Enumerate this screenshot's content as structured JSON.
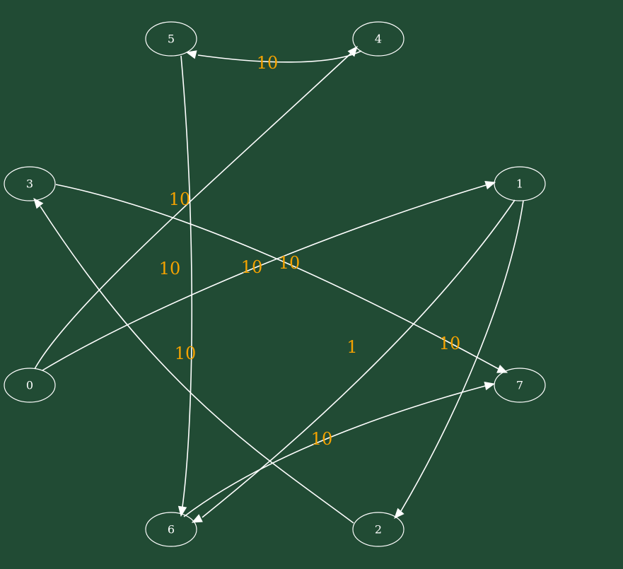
{
  "colors": {
    "background": "#214b34",
    "node_stroke": "#ffffff",
    "node_text": "#ffffff",
    "edge_stroke": "#ffffff",
    "edge_label": "#f5a300"
  },
  "nodes": [
    {
      "id": "0",
      "label": "0"
    },
    {
      "id": "1",
      "label": "1"
    },
    {
      "id": "2",
      "label": "2"
    },
    {
      "id": "3",
      "label": "3"
    },
    {
      "id": "4",
      "label": "4"
    },
    {
      "id": "5",
      "label": "5"
    },
    {
      "id": "6",
      "label": "6"
    },
    {
      "id": "7",
      "label": "7"
    }
  ],
  "edges": [
    {
      "from": "4",
      "to": "5",
      "weight": "10"
    },
    {
      "from": "0",
      "to": "4",
      "weight": "10"
    },
    {
      "from": "5",
      "to": "6",
      "weight": "10"
    },
    {
      "from": "0",
      "to": "1",
      "weight": "10"
    },
    {
      "from": "3",
      "to": "7",
      "weight": "10"
    },
    {
      "from": "2",
      "to": "3",
      "weight": "10"
    },
    {
      "from": "1",
      "to": "6",
      "weight": "1"
    },
    {
      "from": "1",
      "to": "2",
      "weight": "10"
    },
    {
      "from": "6",
      "to": "7",
      "weight": "10"
    }
  ]
}
